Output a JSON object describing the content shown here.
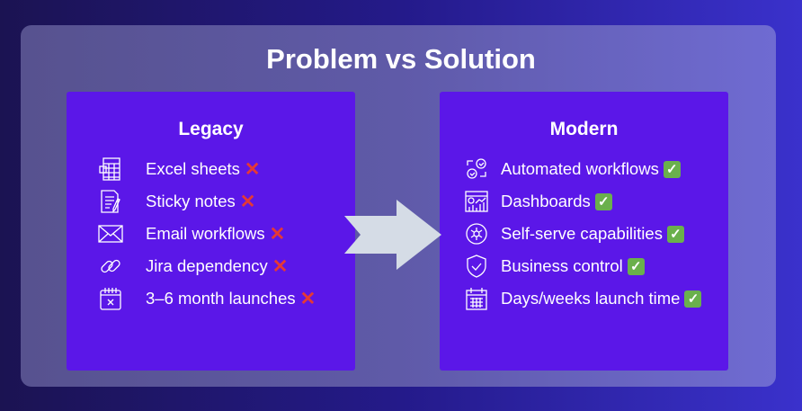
{
  "title": "Problem vs Solution",
  "legacy": {
    "heading": "Legacy",
    "items": [
      {
        "label": "Excel sheets",
        "icon": "spreadsheet-icon"
      },
      {
        "label": "Sticky notes",
        "icon": "note-icon"
      },
      {
        "label": "Email workflows",
        "icon": "envelope-icon"
      },
      {
        "label": "Jira dependency",
        "icon": "link-icon"
      },
      {
        "label": "3–6 month launches",
        "icon": "calendar-x-icon"
      }
    ],
    "mark": "✕"
  },
  "modern": {
    "heading": "Modern",
    "items": [
      {
        "label": "Automated workflows",
        "icon": "gears-icon"
      },
      {
        "label": "Dashboards",
        "icon": "dashboard-icon"
      },
      {
        "label": "Self-serve capabilities",
        "icon": "self-serve-icon"
      },
      {
        "label": "Business control",
        "icon": "shield-check-icon"
      },
      {
        "label": "Days/weeks launch time",
        "icon": "calendar-icon"
      }
    ],
    "mark": "✓"
  },
  "colors": {
    "card": "#5b17e8",
    "cross": "#e53935",
    "check": "#6ab04c",
    "arrow": "#d5dce6"
  }
}
